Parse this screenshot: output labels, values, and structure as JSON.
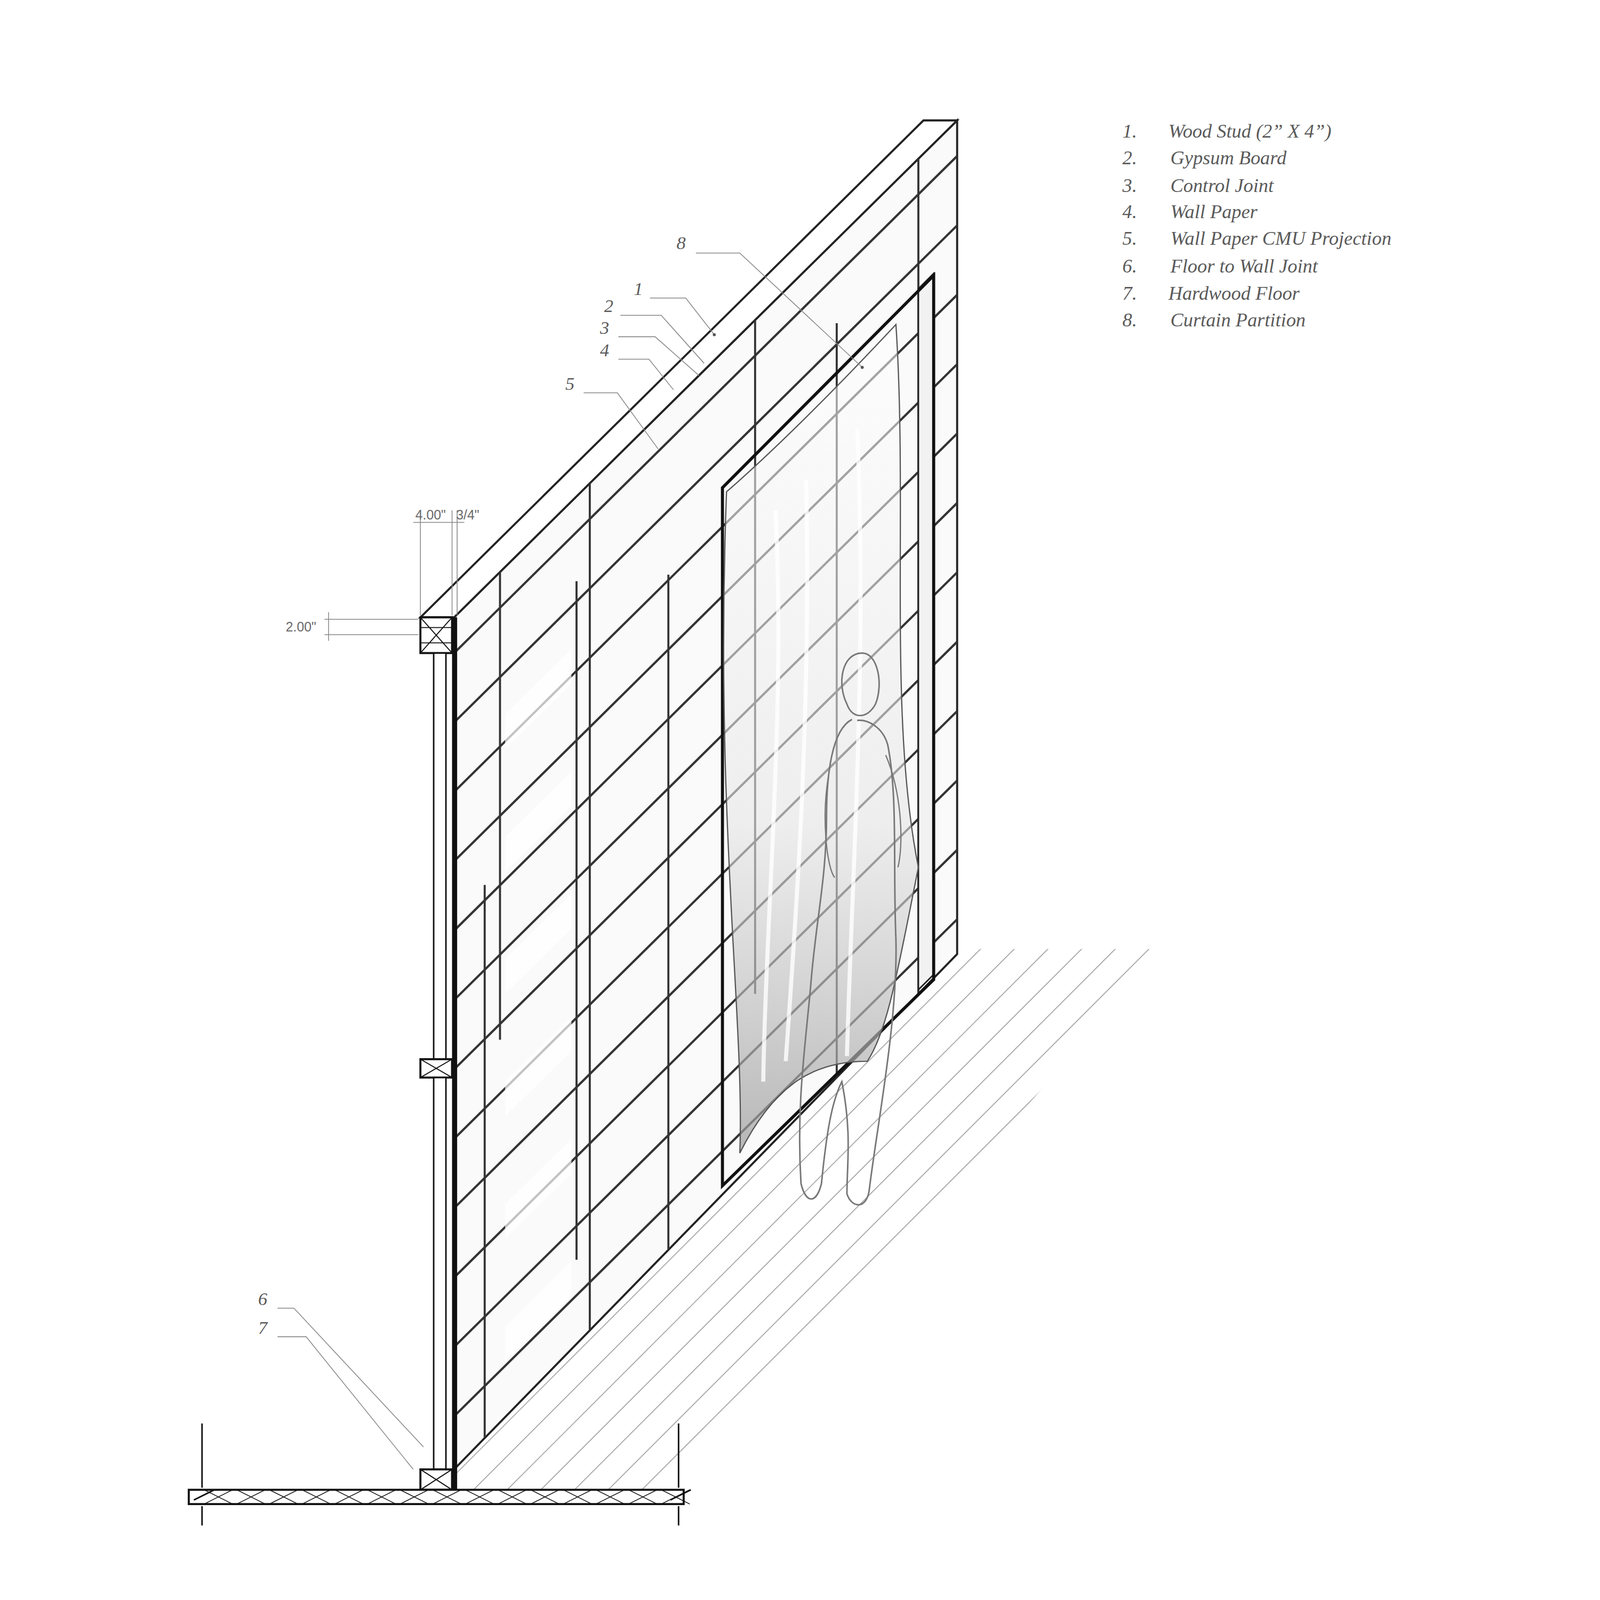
{
  "diagram": {
    "labels": [
      "1.",
      "Wood Stud (2” X 4”)",
      "2.",
      "Gypsum Board",
      "3.",
      "Control Joint",
      "4.",
      "Wall Paper",
      "5.",
      "Wall Paper CMU Projection",
      "6.",
      "Floor to Wall Joint",
      "7.",
      "Hardwood Floor",
      "8.",
      "Curtain Partition",
      "8",
      "1",
      "2",
      "3",
      "4",
      "5",
      "6",
      "7",
      "4.00\"",
      "3/4\"",
      "2.00\""
    ]
  }
}
